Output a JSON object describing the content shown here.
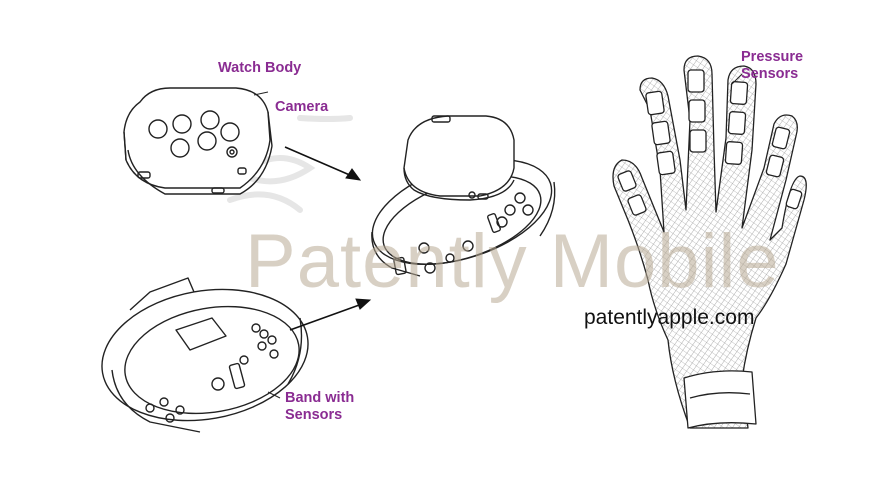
{
  "labels": {
    "watch_body": "Watch Body",
    "camera": "Camera",
    "pressure_line1": "Pressure",
    "pressure_line2": "Sensors",
    "band_line1": "Band with",
    "band_line2": "Sensors"
  },
  "watermark": "Patently Mobile",
  "website": "patentlyapple.com",
  "colors": {
    "label": "#8a2c92",
    "watermark": "#b9ab95",
    "line": "#222222",
    "hatch": "#9a9a9a"
  }
}
